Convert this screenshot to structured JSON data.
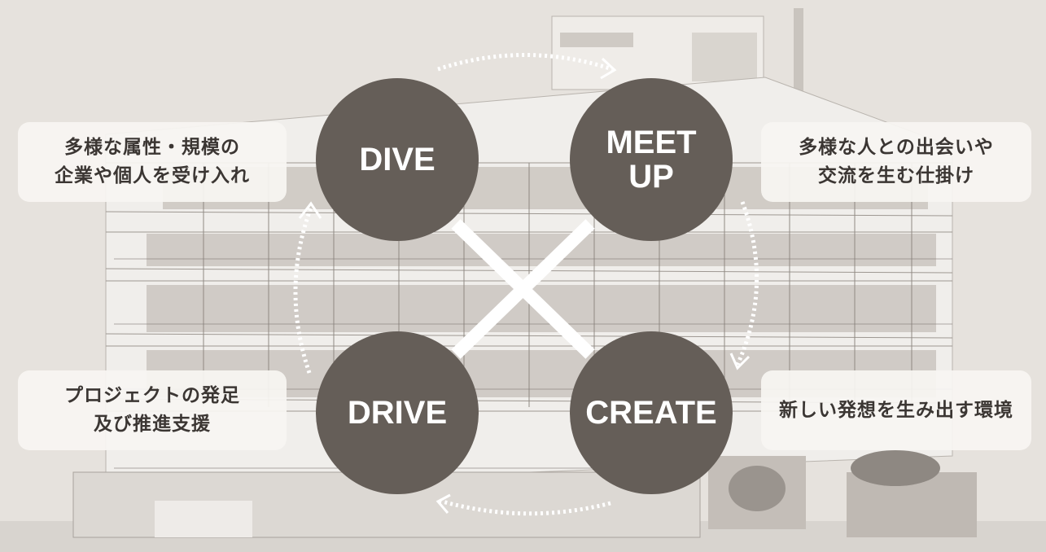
{
  "nodes": {
    "dive": "DIVE",
    "meetup_line1": "MEET",
    "meetup_line2": "UP",
    "drive": "DRIVE",
    "create": "CREATE"
  },
  "descriptions": {
    "dive": [
      "多様な属性・規模の",
      "企業や個人を受け入れ"
    ],
    "meetup": [
      "多様な人との出会いや",
      "交流を生む仕掛け"
    ],
    "drive": [
      "プロジェクトの発足",
      "及び推進支援"
    ],
    "create": [
      "新しい発想を生み出す環境"
    ]
  },
  "colors": {
    "circle": "#655e58",
    "background": "#e6e2dd",
    "box": "#f7f5f2",
    "text": "#3b3633",
    "cross": "#ffffff"
  }
}
